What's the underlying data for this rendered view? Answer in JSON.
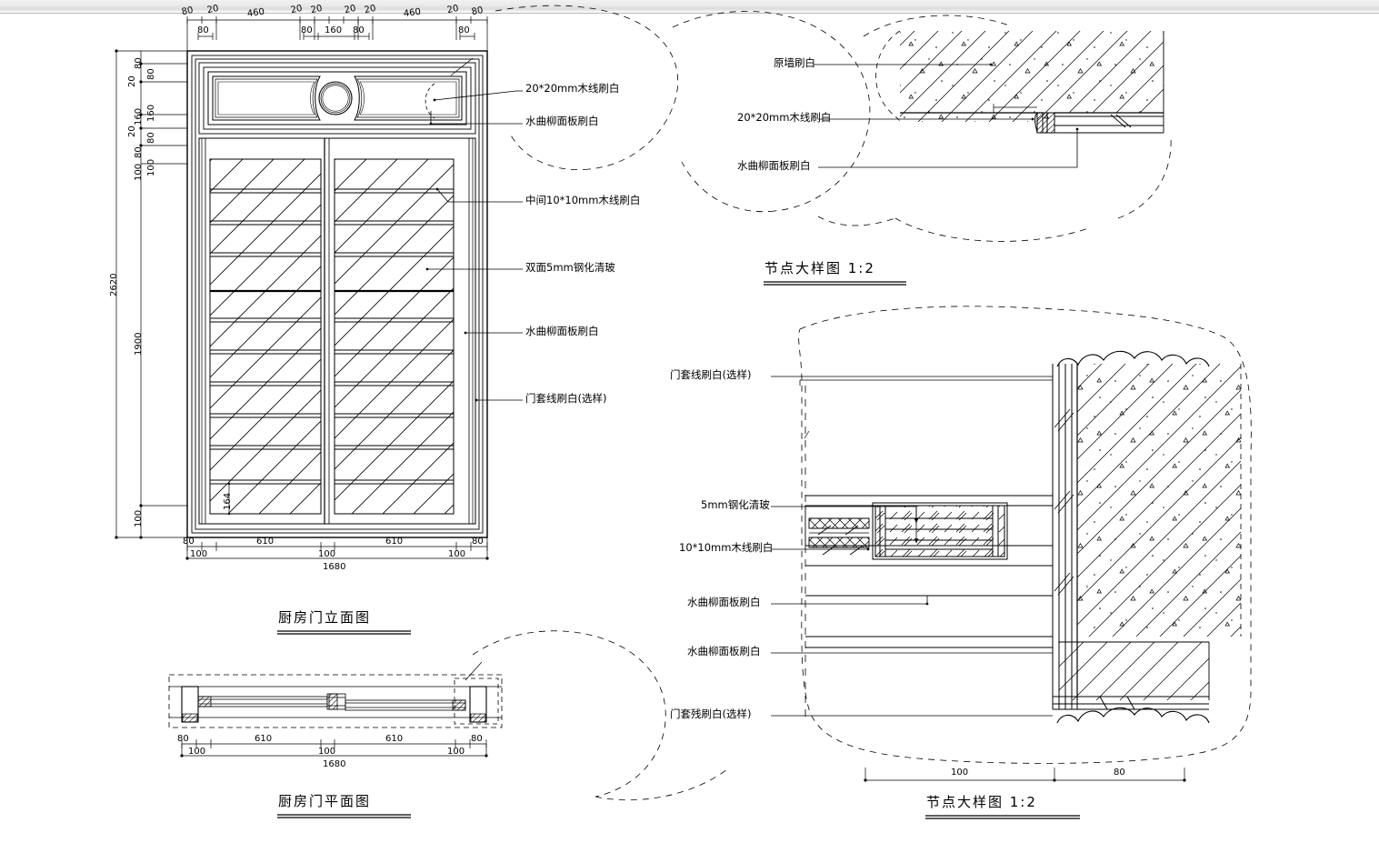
{
  "drawing": {
    "type": "cad-technical-drawing",
    "subject": "Kitchen door elevation, plan and node details",
    "background": "#ffffff",
    "line_color": "#000000"
  },
  "views": {
    "elevation": {
      "title": "厨房门立面图",
      "overall_width": "1680",
      "overall_height": "2620",
      "top_dims_row1": [
        "80",
        "20",
        "460",
        "20",
        "20",
        "20",
        "20",
        "460",
        "20",
        "80"
      ],
      "top_dims_row2": [
        "80",
        "80",
        "160",
        "80",
        "80"
      ],
      "left_dims_inner": [
        "80",
        "20",
        "160",
        "20",
        "80",
        "100"
      ],
      "left_dims_outer": [
        "80",
        "20",
        "160",
        "20",
        "80",
        "100"
      ],
      "left_main": "1900",
      "left_base": "100",
      "left_total": "2620",
      "bottom_dims_row1": [
        "80",
        "610",
        "610",
        "80"
      ],
      "bottom_dims_row2": [
        "100",
        "100",
        "100"
      ],
      "bottom_total": "1680",
      "panel_dim": "164",
      "muntin_count": 10
    },
    "plan": {
      "title": "厨房门平面图",
      "bottom_dims_row1": [
        "80",
        "610",
        "610",
        "80"
      ],
      "bottom_dims_row2": [
        "100",
        "100",
        "100"
      ],
      "bottom_total": "1680"
    },
    "detail_top": {
      "title": "节点大样图 1:2",
      "callouts": [
        "原墙刷白",
        "20*20mm木线刷白",
        "水曲柳面板刷白"
      ]
    },
    "detail_bottom": {
      "title": "节点大样图 1:2",
      "callouts": [
        "门套线刷白(选样)",
        "5mm钢化清玻",
        "10*10mm木线刷白",
        "水曲柳面板刷白",
        "水曲柳面板刷白",
        "门套残刷白(选样)"
      ],
      "dims": [
        "100",
        "80"
      ]
    }
  },
  "annotations": {
    "elevation": [
      {
        "text": "20*20mm木线刷白"
      },
      {
        "text": "水曲柳面板刷白"
      },
      {
        "text": "中间10*10mm木线刷白"
      },
      {
        "text": "双面5mm钢化清玻"
      },
      {
        "text": "水曲柳面板刷白"
      },
      {
        "text": "门套线刷白(选样)"
      }
    ]
  }
}
